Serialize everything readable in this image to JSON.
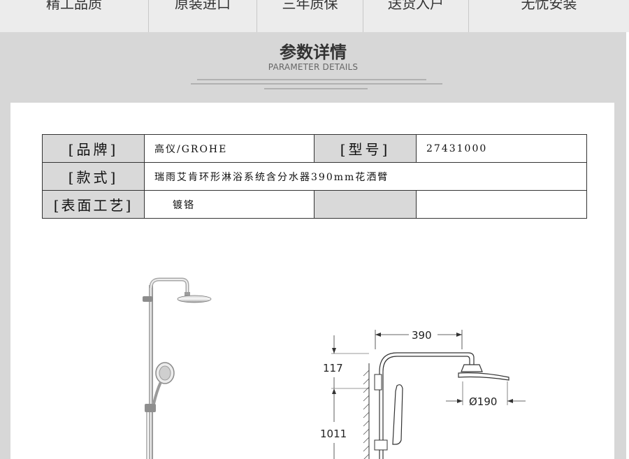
{
  "features": [
    "精工品质",
    "原装进口",
    "三年质保",
    "送货入户",
    "无忧安装"
  ],
  "section": {
    "title": "参数详情",
    "subtitle": "PARAMETER DETAILS"
  },
  "spec": {
    "brand_label": "[品牌]",
    "brand_value": "高仪/GROHE",
    "model_label": "[型号]",
    "model_value": "27431000",
    "style_label": "[款式]",
    "style_value": "瑞雨艾肯环形淋浴系统含分水器390mm花洒臂",
    "finish_label": "[表面工艺]",
    "finish_value": "镀铬"
  },
  "dimensions": {
    "arm_length": "390",
    "head_diameter": "Ø190",
    "top_height": "117",
    "rail_height": "1011"
  },
  "colors": {
    "label_bg": "#d9d9d9",
    "band_bg": "#d7d7d7",
    "strip_bg": "#ececec"
  }
}
